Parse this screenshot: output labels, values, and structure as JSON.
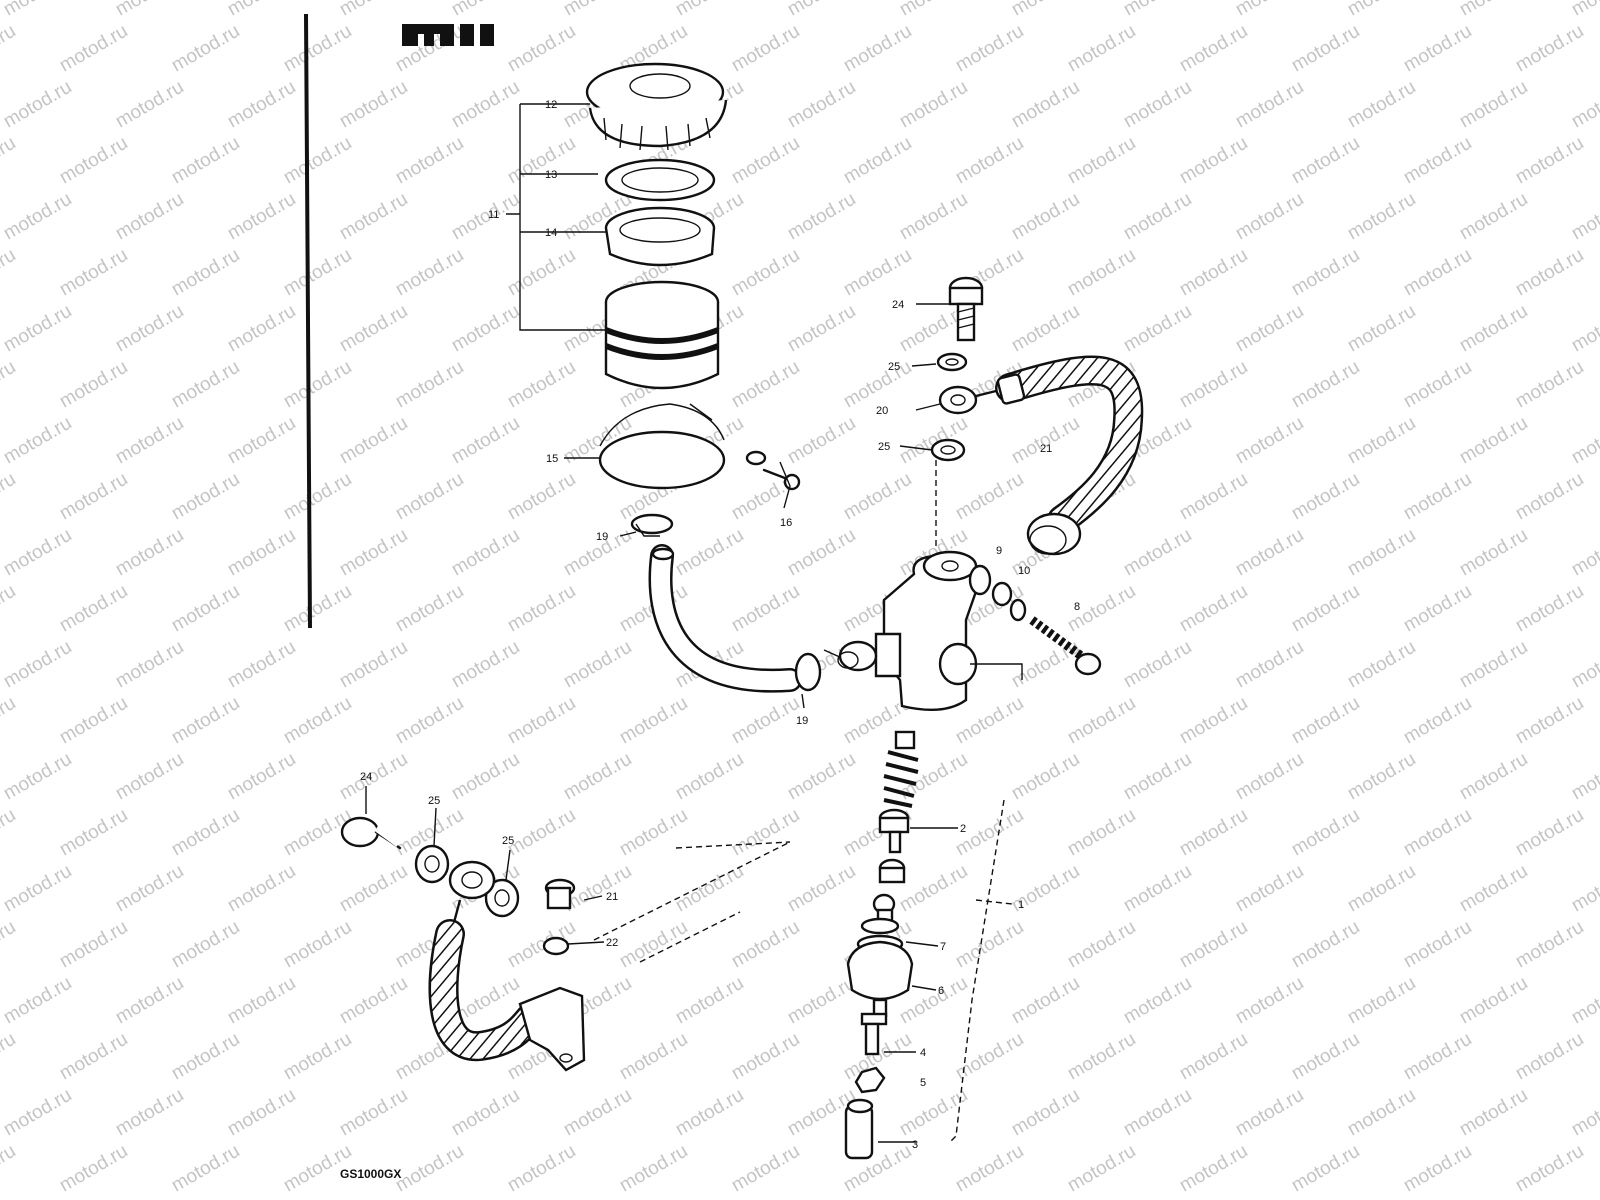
{
  "model": "GS1000GX",
  "watermark": "motod.ru",
  "labels": {
    "l1": "1",
    "l2": "2",
    "l3": "3",
    "l4": "4",
    "l5": "5",
    "l6": "6",
    "l7": "7",
    "l8": "8",
    "l9": "9",
    "l10": "10",
    "l11": "11",
    "l12": "12",
    "l13": "13",
    "l14": "14",
    "l15": "15",
    "l16": "16",
    "l19a": "19",
    "l19b": "19",
    "l20": "20",
    "l21": "21",
    "l22": "22",
    "l24a": "24",
    "l24b": "24",
    "l25a": "25",
    "l25b": "25",
    "l25c": "25",
    "l25d": "25"
  }
}
